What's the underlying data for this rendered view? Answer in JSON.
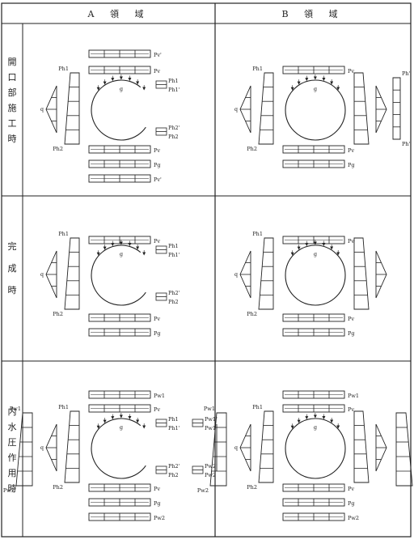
{
  "columns": [
    "A 領 域",
    "B 領 域"
  ],
  "rows": [
    {
      "label": [
        "開",
        "口",
        "部",
        "施",
        "工",
        "時"
      ]
    },
    {
      "label": [
        "完",
        "成",
        "時"
      ]
    },
    {
      "label": [
        "内",
        "水",
        "圧",
        "作",
        "用",
        "時"
      ]
    }
  ],
  "load_labels": {
    "pv": "Pv",
    "pv_prime": "Pv'",
    "ph1": "Ph1",
    "ph1_prime": "Ph1'",
    "ph2": "Ph2",
    "ph2_prime": "Ph2'",
    "ph_prime": "Ph'",
    "pg": "Pg",
    "q": "q",
    "g": "g",
    "pw1": "Pw1",
    "pw2": "Pw2",
    "pw1_prime": "Pw1'",
    "pw2_prime": "Pw2'"
  }
}
